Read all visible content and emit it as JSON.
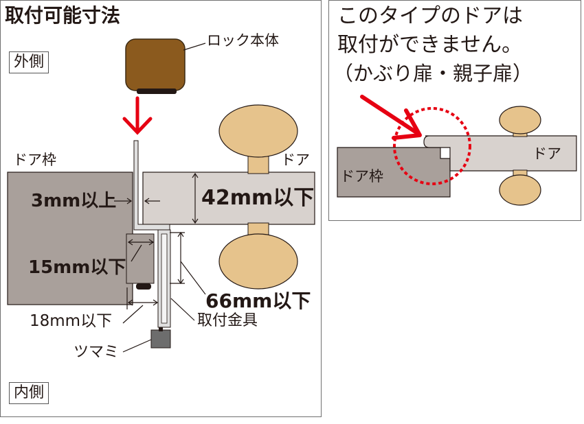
{
  "left": {
    "title": "取付可能寸法",
    "outside_label": "外側",
    "inside_label": "内側",
    "lock_body_label": "ロック本体",
    "door_frame_label": "ドア枠",
    "door_label": "ドア",
    "dim_min_gap": "3mm以上",
    "dim_door_thickness": "42mm以下",
    "dim_frame_step": "15mm以下",
    "dim_total": "66mm以下",
    "dim_knob_gap": "18mm以下",
    "bracket_label": "取付金具",
    "knob_label": "ツマミ"
  },
  "right": {
    "heading_line1": "このタイプのドアは",
    "heading_line2": "取付ができません。",
    "heading_line3": "（かぶり扉・親子扉）",
    "door_frame_label": "ドア枠",
    "door_label": "ドア"
  },
  "colors": {
    "lock_body": "#8b5a1e",
    "frame": "#a9a09b",
    "door": "#d8d2ce",
    "knob": "#e6c38c",
    "bracket": "#e0e0e0",
    "arrow": "#e60012",
    "callout_dots": "#e60012"
  }
}
